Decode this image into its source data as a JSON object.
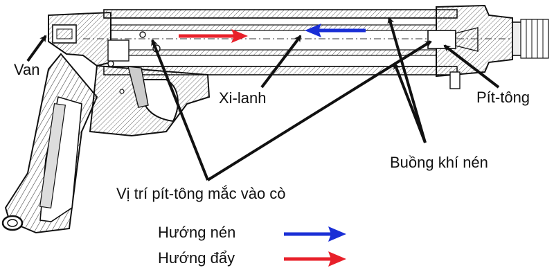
{
  "labels": {
    "valve": "Van",
    "cylinder": "Xi-lanh",
    "piston": "Pít-tông",
    "air_chamber": "Buồng khí nén",
    "piston_trigger_position": "Vị trí pít-tông mắc vào cò"
  },
  "legend": {
    "compress": {
      "label": "Hướng nén",
      "color": "#1a2fd6"
    },
    "push": {
      "label": "Hướng đẩy",
      "color": "#e8202a"
    }
  },
  "colors": {
    "outline": "#111111",
    "hatch": "#555555",
    "compress_arrow": "#1a2fd6",
    "push_arrow": "#e8202a"
  }
}
